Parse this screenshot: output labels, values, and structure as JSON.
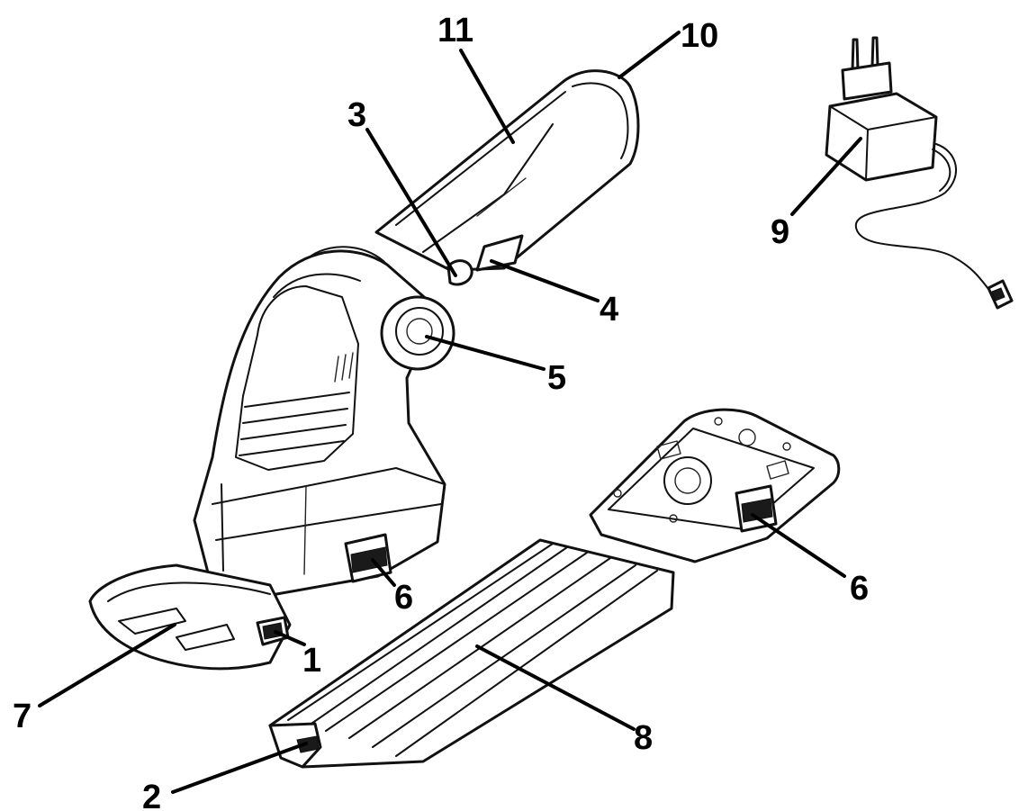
{
  "callouts": {
    "c1": "1",
    "c2": "2",
    "c3": "3",
    "c4": "4",
    "c5": "5",
    "c6a": "6",
    "c6b": "6",
    "c7": "7",
    "c8": "8",
    "c9": "9",
    "c10": "10",
    "c11": "11"
  },
  "colors": {
    "line": "#111111",
    "background": "#ffffff"
  }
}
